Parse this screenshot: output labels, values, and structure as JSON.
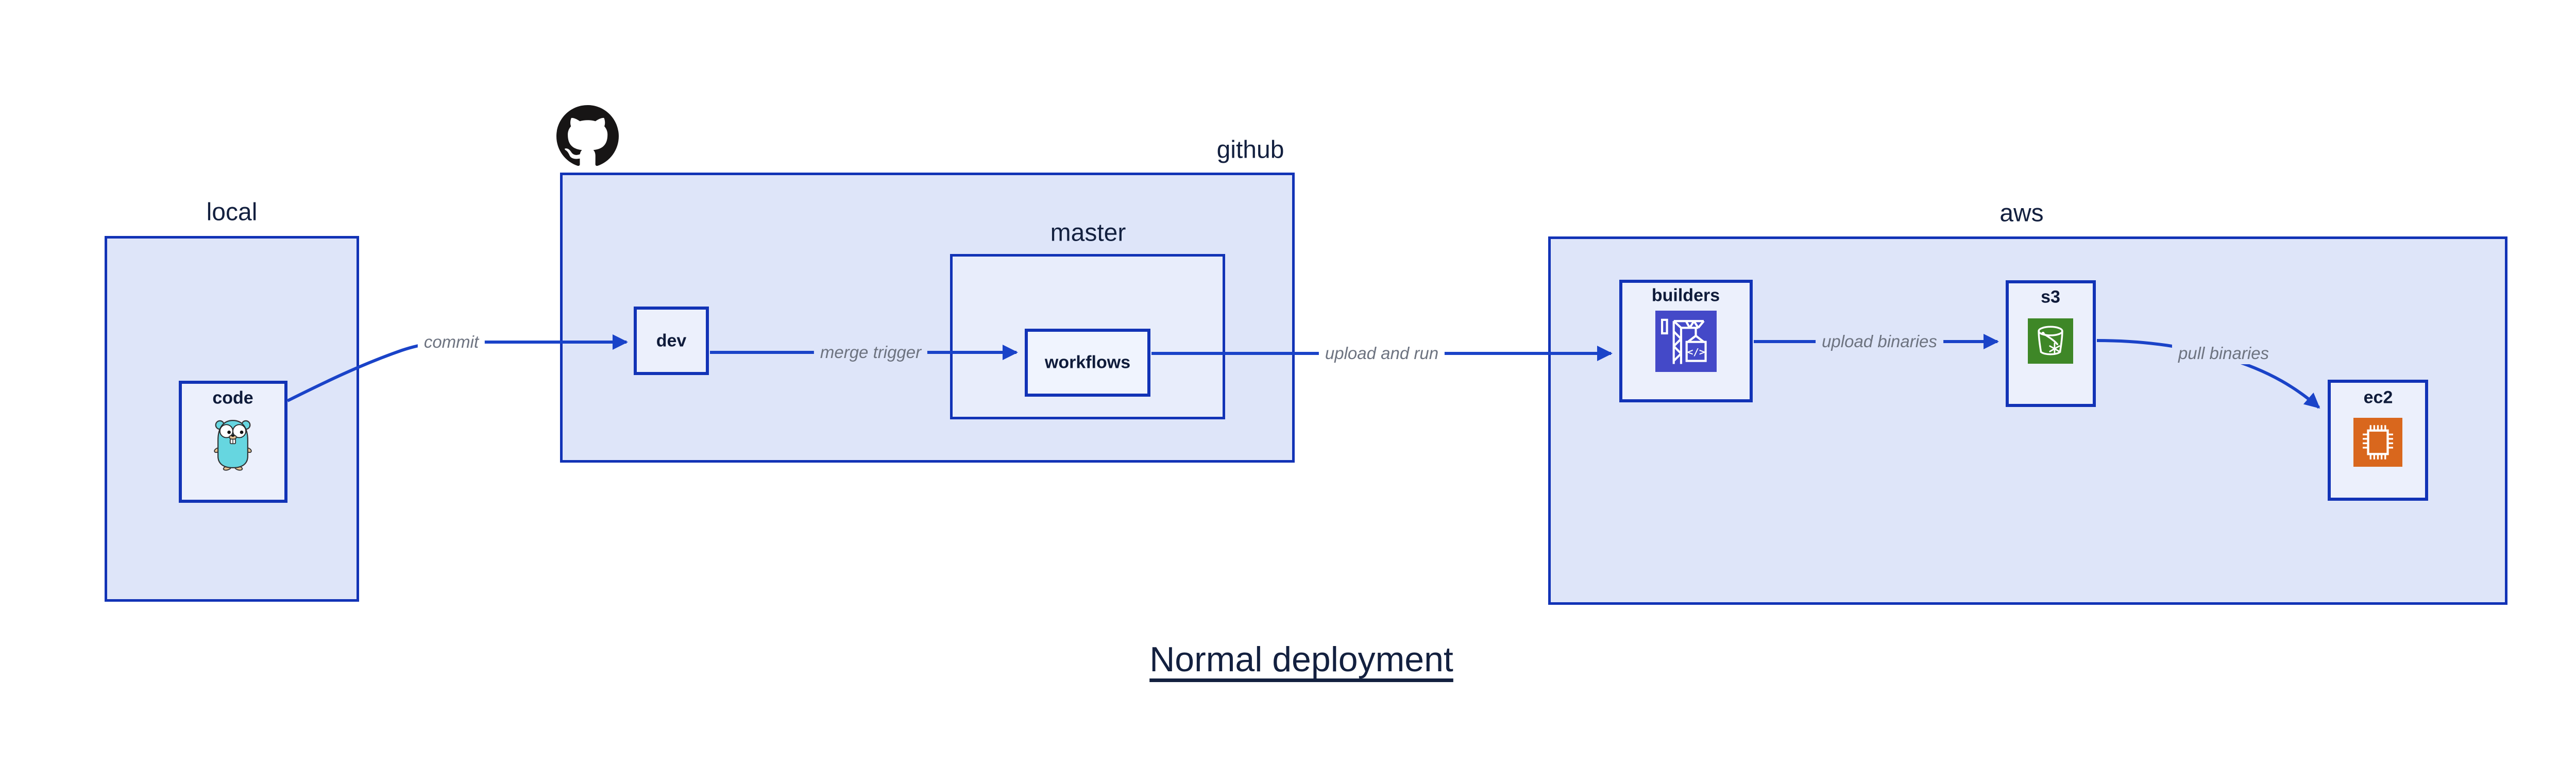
{
  "title": "Normal deployment",
  "groups": {
    "local": {
      "label": "local"
    },
    "github": {
      "label": "github"
    },
    "master": {
      "label": "master"
    },
    "aws": {
      "label": "aws"
    }
  },
  "nodes": {
    "code": {
      "label": "code",
      "icon": "go-gopher-icon"
    },
    "dev": {
      "label": "dev"
    },
    "workflows": {
      "label": "workflows"
    },
    "builders": {
      "label": "builders",
      "icon": "codebuild-crane-icon",
      "icon_glyph": "</>"
    },
    "s3": {
      "label": "s3",
      "icon": "s3-bucket-snowflake-icon"
    },
    "ec2": {
      "label": "ec2",
      "icon": "ec2-chip-icon"
    }
  },
  "edges": [
    {
      "from": "code",
      "to": "dev",
      "label": "commit"
    },
    {
      "from": "dev",
      "to": "workflows",
      "label": "merge trigger"
    },
    {
      "from": "workflows",
      "to": "builders",
      "label": "upload and run"
    },
    {
      "from": "builders",
      "to": "s3",
      "label": "upload binaries"
    },
    {
      "from": "s3",
      "to": "ec2",
      "label": "pull binaries"
    }
  ],
  "colors": {
    "box_border": "#1233b6",
    "arrow": "#1a43c8",
    "group_fill": "#dee5f9",
    "inner_group_fill": "#e8edfb",
    "node_fill": "#ecf0fc",
    "heading_text": "#13203f",
    "node_text": "#0f1b3a",
    "edge_label_text": "#6d7380",
    "github_logo": "#171515",
    "codebuild_icon_bg": "#4449c8",
    "s3_icon_bg": "#3e8727",
    "ec2_icon_bg": "#d9671d",
    "gopher_body": "#66d6e0"
  }
}
